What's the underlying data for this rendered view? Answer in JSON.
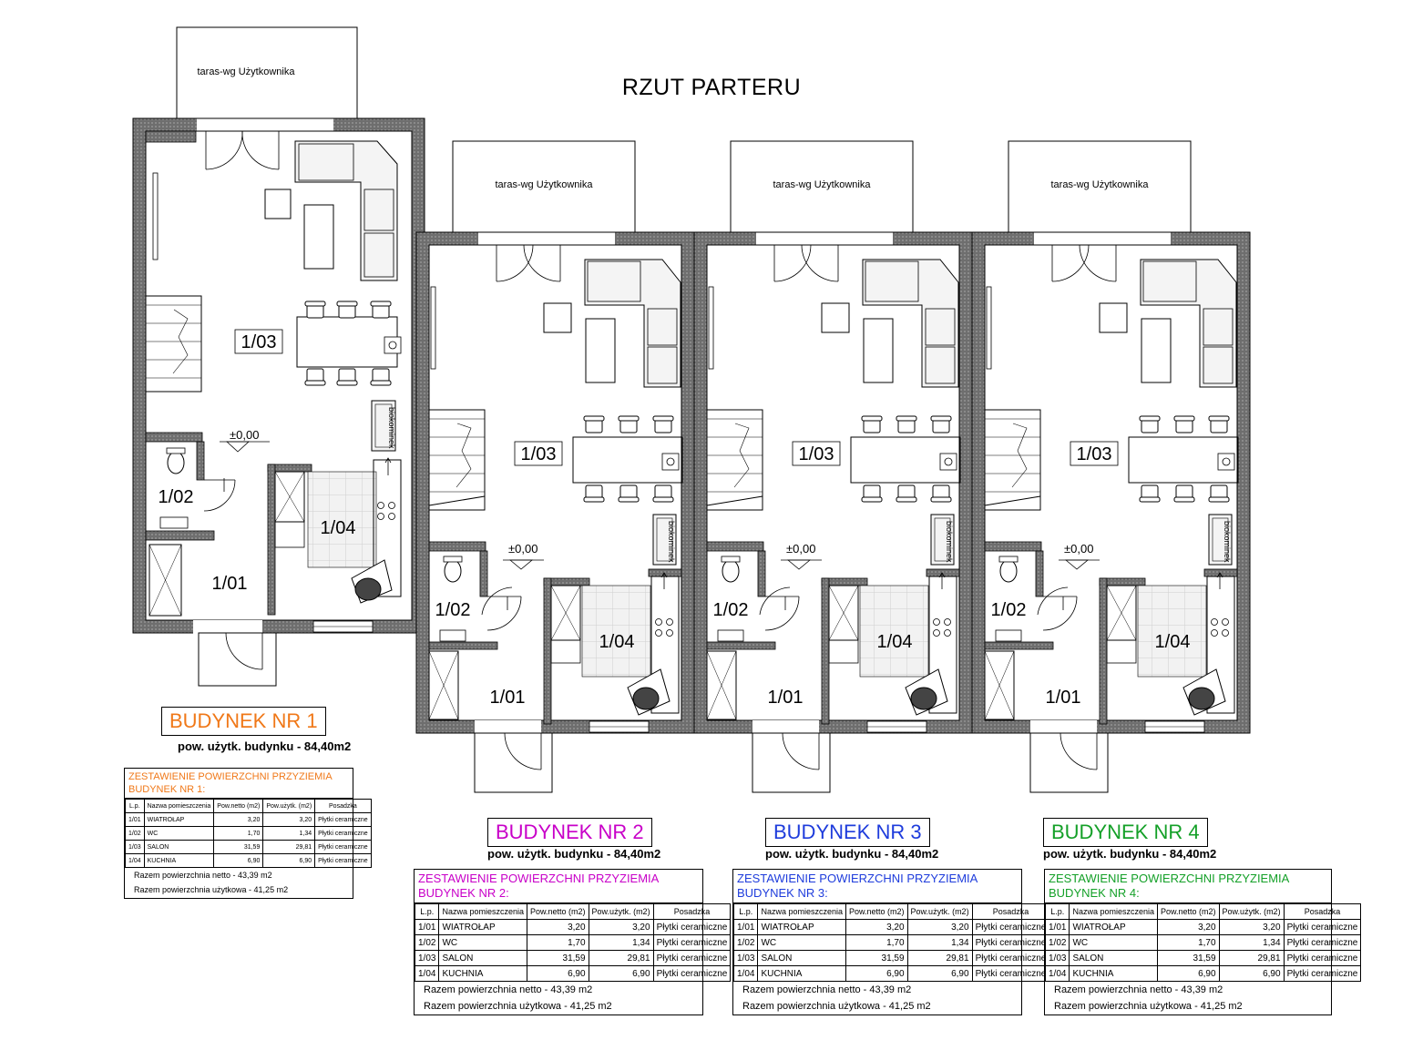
{
  "title": "RZUT PARTERU",
  "terrace_label": "taras-wg Użytkownika",
  "level_label": "±0,00",
  "biokominek_label": "biokominek",
  "rooms": [
    "1/01",
    "1/02",
    "1/03",
    "1/04"
  ],
  "area_text": "pow. użytk. budynku - 84,40m2",
  "table_header_line1": "ZESTAWIENIE POWIERZCHNI PRZYZIEMIA",
  "columns": {
    "lp": "L.p.",
    "name": "Nazwa pomieszczenia",
    "netto": "Pow.netto (m2)",
    "uzytk": "Pow.użytk. (m2)",
    "floor": "Posadzka"
  },
  "table_rows": [
    {
      "lp": "1/01",
      "name": "WIATROŁAP",
      "netto": "3,20",
      "uzytk": "3,20",
      "floor": "Płytki ceramiczne"
    },
    {
      "lp": "1/02",
      "name": "WC",
      "netto": "1,70",
      "uzytk": "1,34",
      "floor": "Płytki ceramiczne"
    },
    {
      "lp": "1/03",
      "name": "SALON",
      "netto": "31,59",
      "uzytk": "29,81",
      "floor": "Płytki ceramiczne"
    },
    {
      "lp": "1/04",
      "name": "KUCHNIA",
      "netto": "6,90",
      "uzytk": "6,90",
      "floor": "Płytki ceramiczne"
    }
  ],
  "total_netto": "Razem powierzchnia netto - 43,39 m2",
  "total_uzytk": "Razem powierzchnia użytkowa - 41,25 m2",
  "buildings": [
    {
      "name": "BUDYNEK NR 1",
      "table_sub": "BUDYNEK NR 1:",
      "color": "#f07818"
    },
    {
      "name": "BUDYNEK NR 2",
      "table_sub": "BUDYNEK NR 2:",
      "color": "#c800c8"
    },
    {
      "name": "BUDYNEK NR 3",
      "table_sub": "BUDYNEK NR 3:",
      "color": "#1e3cdc"
    },
    {
      "name": "BUDYNEK NR 4",
      "table_sub": "BUDYNEK NR 4:",
      "color": "#14a028"
    }
  ]
}
